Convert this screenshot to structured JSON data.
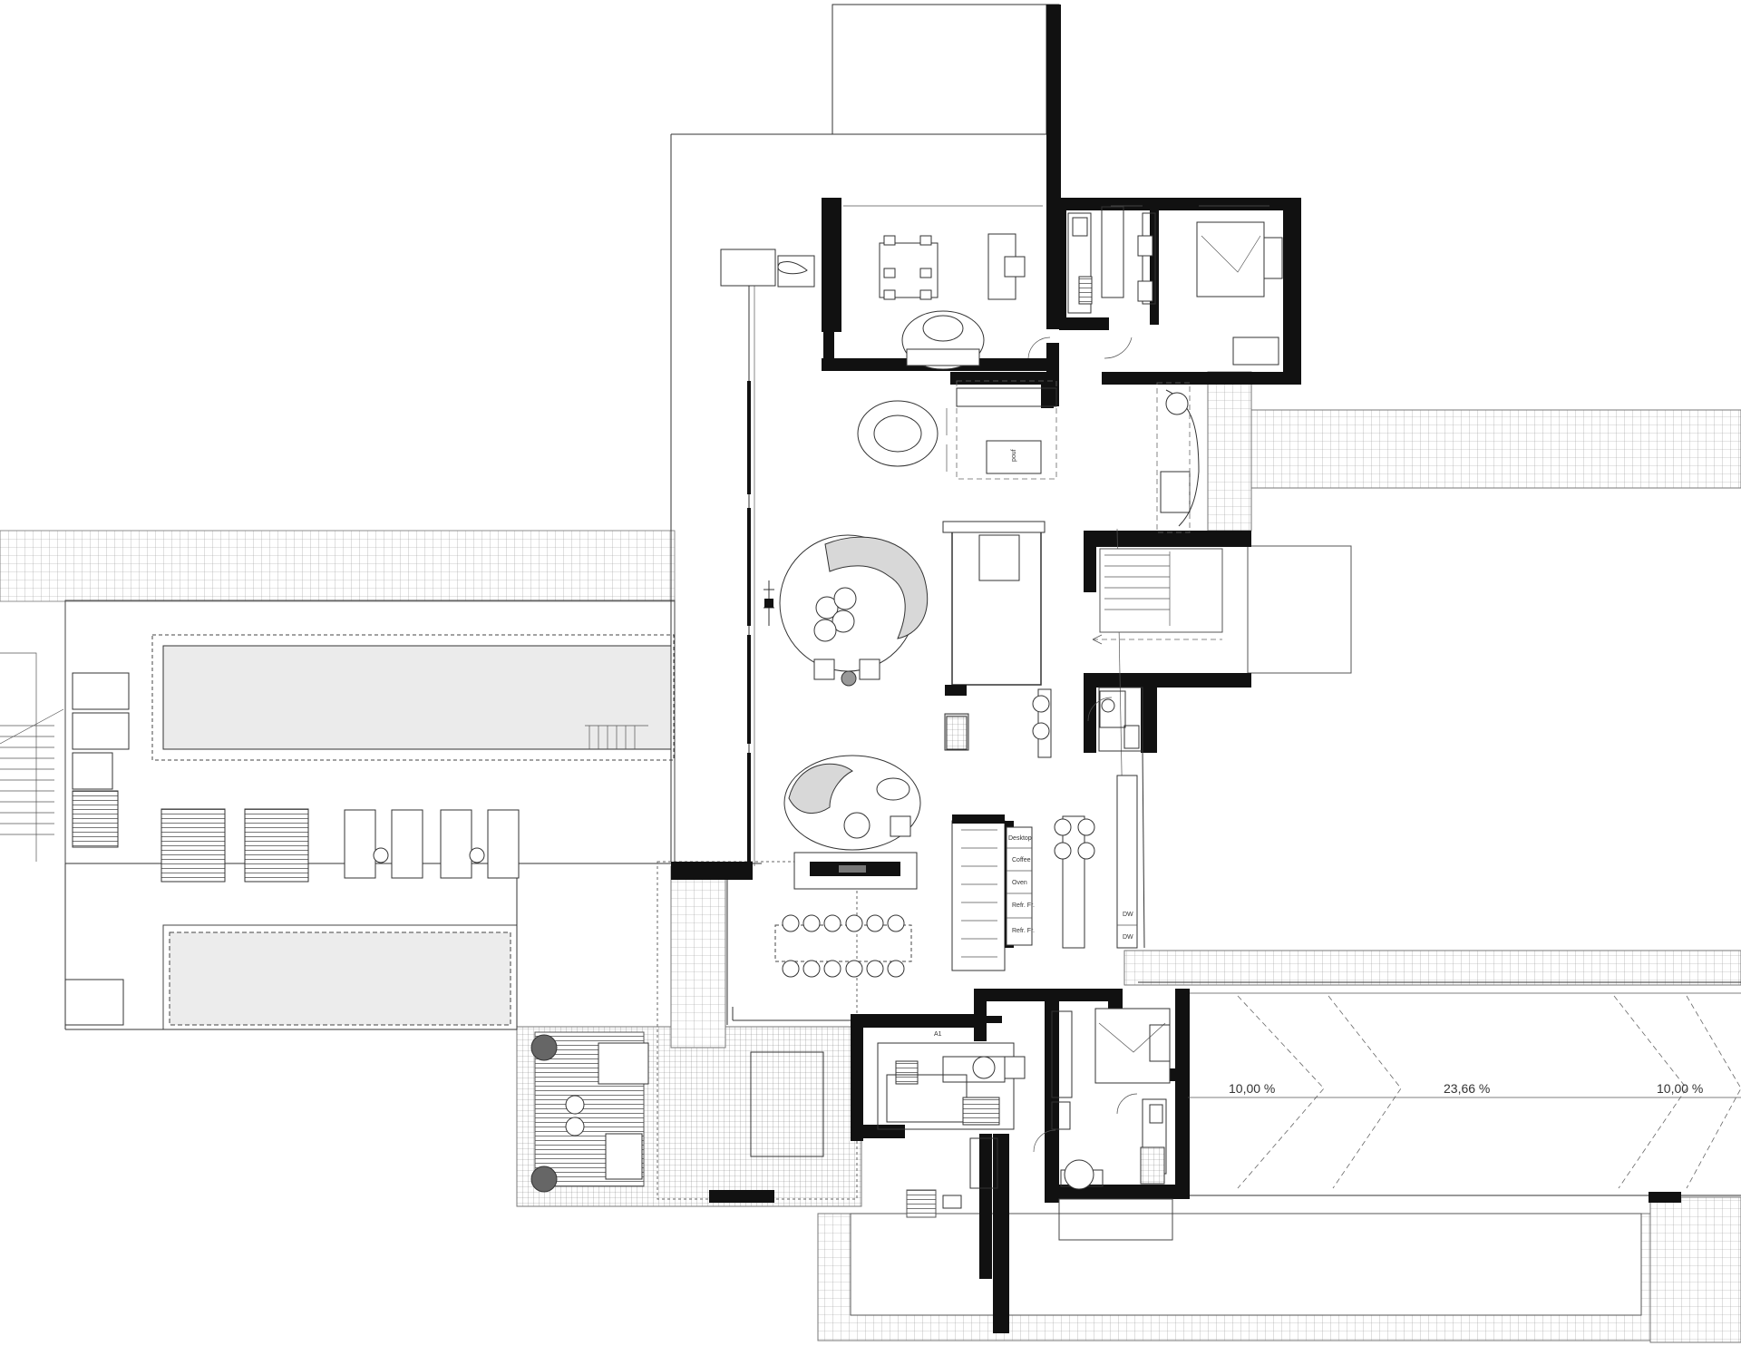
{
  "plan": {
    "slopes": [
      "10,00 %",
      "23,66 %",
      "10,00 %"
    ],
    "kitchen_units": [
      "Desktop",
      "Coffee",
      "Oven",
      "Refr. Fr.",
      "Refr. Fr."
    ],
    "kitchen_dw": [
      "DW",
      "DW"
    ],
    "room_tag": "pouf",
    "section_mark": "A1",
    "colors": {
      "wall": "#111111",
      "pool": "#ebebeb",
      "line": "#333333",
      "paper": "#ffffff"
    }
  }
}
